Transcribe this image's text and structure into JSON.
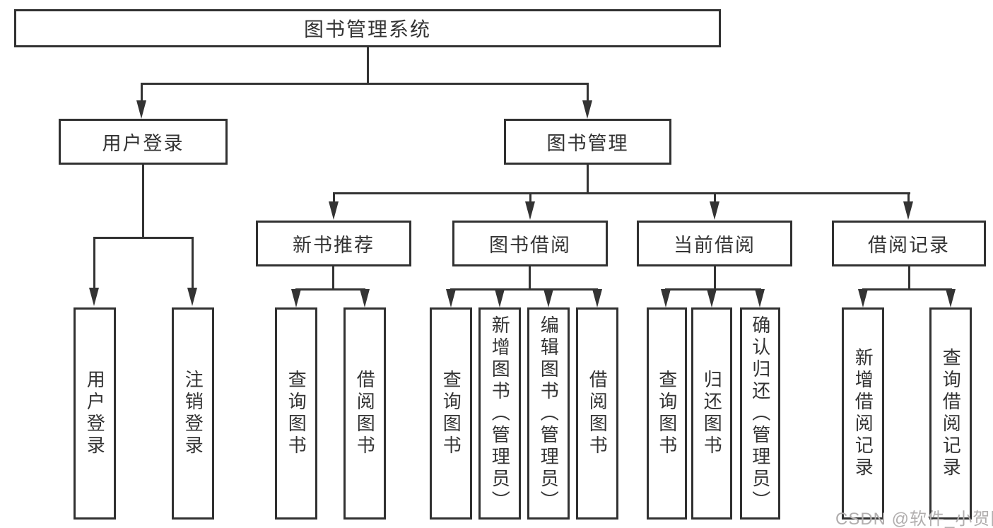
{
  "diagram": {
    "root": {
      "label": "图书管理系统"
    },
    "level2": [
      {
        "label": "用户登录"
      },
      {
        "label": "图书管理"
      }
    ],
    "level3": [
      {
        "label": "新书推荐"
      },
      {
        "label": "图书借阅"
      },
      {
        "label": "当前借阅"
      },
      {
        "label": "借阅记录"
      }
    ],
    "leaves": {
      "login": [
        "用户登录",
        "注销登录"
      ],
      "recommend": [
        "查询图书",
        "借阅图书"
      ],
      "borrow": [
        "查询图书",
        "新增图书（管理员）",
        "编辑图书（管理员）",
        "借阅图书"
      ],
      "current": [
        "查询图书",
        "归还图书",
        "确认归还（管理员）"
      ],
      "records": [
        "新增借阅记录",
        "查询借阅记录"
      ]
    }
  },
  "watermark": {
    "text": "CSDN @软件_小贺同学"
  },
  "colors": {
    "line": "#333333",
    "border": "#313131",
    "text": "#333333",
    "watermark": "#b1aeae",
    "background": "#ffffff"
  }
}
